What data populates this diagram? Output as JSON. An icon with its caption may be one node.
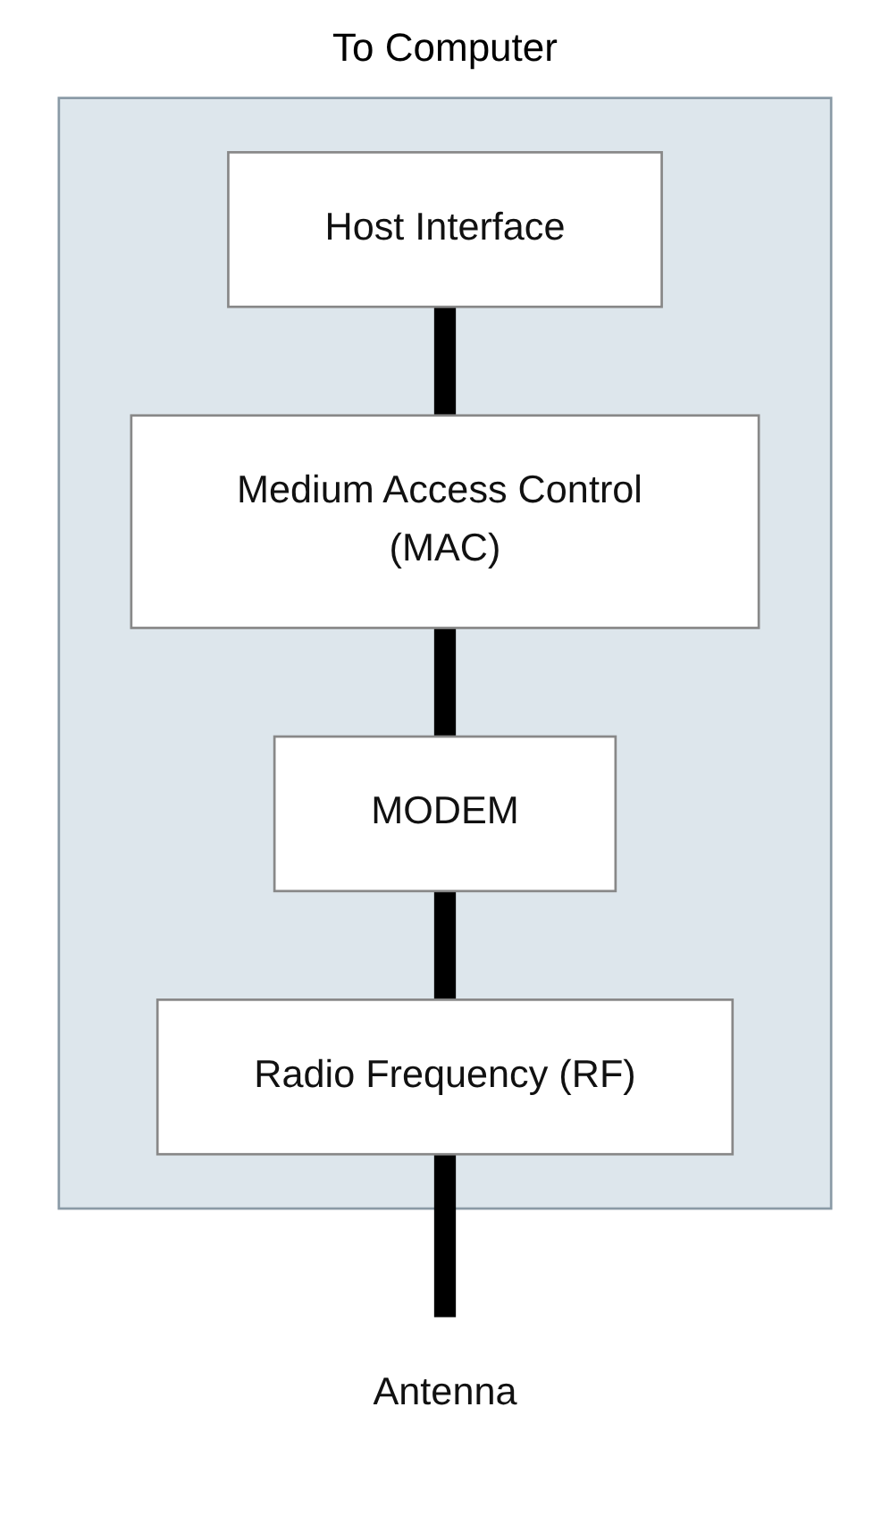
{
  "diagram": {
    "nodes": [
      {
        "text": [],
        "shape": "box"
      },
      {
        "text": [
          "Host Interface"
        ],
        "in": 0
      },
      {
        "text": [
          "Medium Access Control (MAC)"
        ],
        "in": 0
      },
      {
        "text": [
          "MODEM"
        ],
        "in": 0
      },
      {
        "text": [
          "Radio Frequency (RF)"
        ],
        "in": 0
      },
      {
        "text": [
          "Antenna"
        ]
      }
    ],
    "edges": [
      {
        "from": 1,
        "to": 2,
        "arrow": "none"
      },
      {
        "from": 2,
        "to": 3,
        "arrow": "none"
      },
      {
        "from": 3,
        "to": 4,
        "arrow": "none"
      },
      {
        "from": 4,
        "to": 5,
        "arrow": "none"
      }
    ],
    "labels": [
      "To Computer"
    ]
  }
}
